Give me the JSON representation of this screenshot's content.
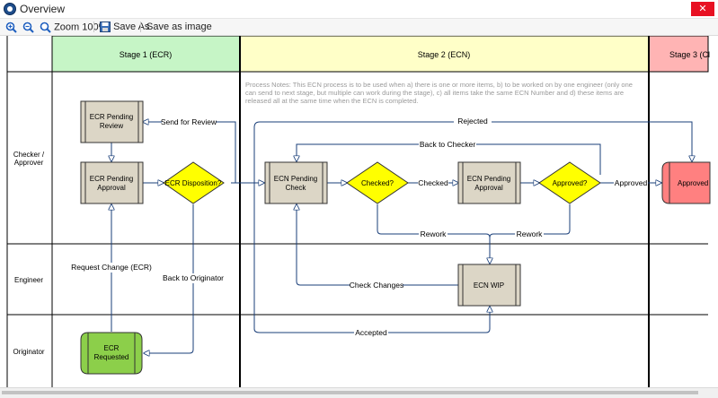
{
  "window": {
    "title": "Overview",
    "close_glyph": "✕"
  },
  "toolbar": {
    "zoom_label": "Zoom 100%",
    "save_as_label": "Save As",
    "save_image_label": "Save as image"
  },
  "stages": [
    "Stage 1 (ECR)",
    "Stage 2 (ECN)",
    "Stage 3 (Cl"
  ],
  "lanes": {
    "checker_line1": "Checker /",
    "checker_line2": "Approver",
    "engineer": "Engineer",
    "originator": "Originator"
  },
  "notes": {
    "line1": "Process Notes: This ECN process is to be used when   a) there is one or more items,   b) to be worked on by one engineer (only one",
    "line2": "can send to next stage, but multiple can work during the stage),   c) all items take the same ECN Number and   d) these items are",
    "line3": "released all at the same time when the ECN is completed."
  },
  "nodes": {
    "ecr_review_1": "ECR Pending",
    "ecr_review_2": "Review",
    "ecr_approval_1": "ECR Pending",
    "ecr_approval_2": "Approval",
    "ecr_disposition": "ECR Disposition?",
    "ecn_check_1": "ECN Pending",
    "ecn_check_2": "Check",
    "checked_q": "Checked?",
    "ecn_approval_1": "ECN Pending",
    "ecn_approval_2": "Approval",
    "approved_q": "Approved?",
    "approved_state": "Approved",
    "ecn_wip": "ECN WIP",
    "ecr_requested_1": "ECR",
    "ecr_requested_2": "Requested"
  },
  "edges": {
    "send_for_review": "Send for Review",
    "rejected": "Rejected",
    "back_to_checker": "Back to Checker",
    "checked": "Checked",
    "approved": "Approved",
    "rework_1": "Rework",
    "rework_2": "Rework",
    "request_change": "Request Change (ECR)",
    "back_to_originator": "Back to Originator",
    "check_changes": "Check Changes",
    "accepted": "Accepted"
  },
  "colors": {
    "stage1": "#c6f5c6",
    "stage2": "#ffffc8",
    "stage3": "#ffb4b4",
    "process": "#dcd6c6",
    "decision": "#ffff00",
    "start": "#8ccf4a",
    "end": "#ff8080"
  }
}
